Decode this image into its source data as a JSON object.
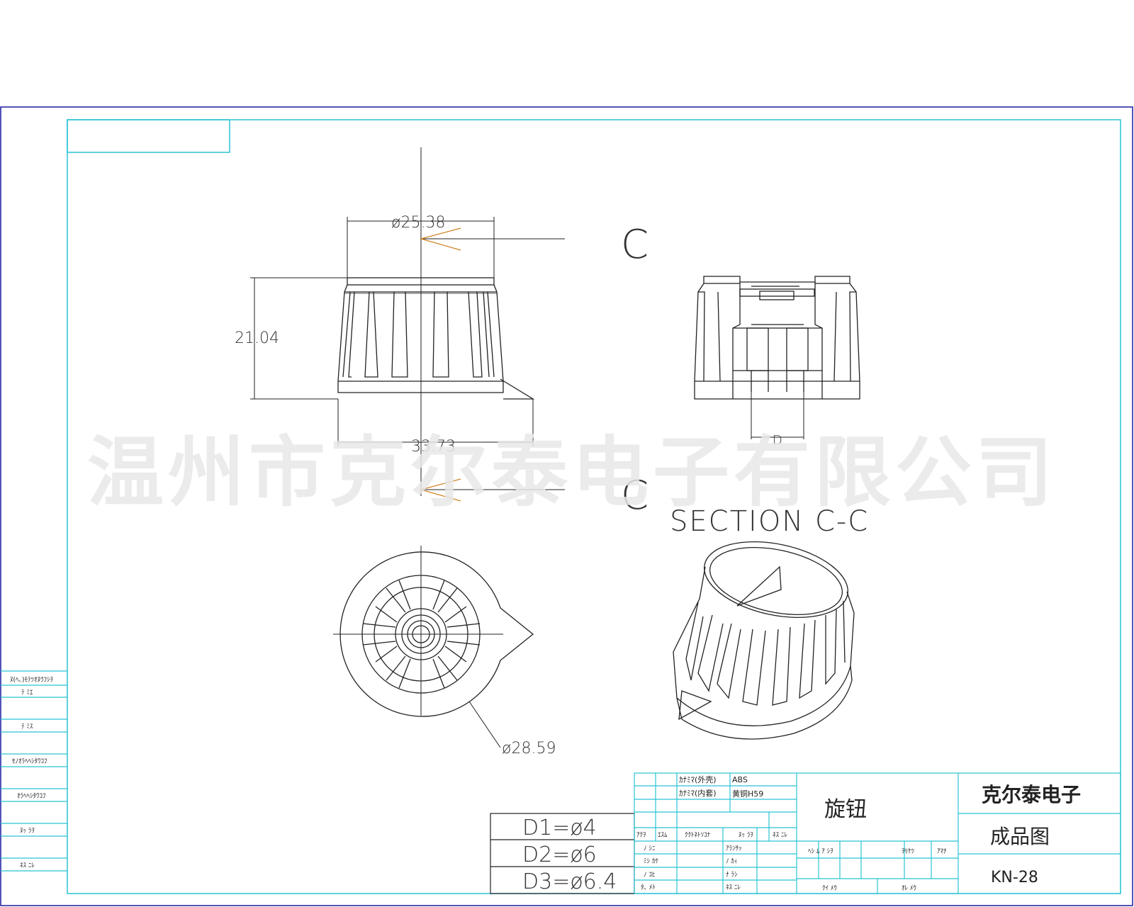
{
  "watermark": "温州市克尔泰电子有限公司",
  "dimensions": {
    "top_diameter": "ø25.38",
    "height": "21.04",
    "base_width": "33.73",
    "bottom_diameter": "ø28.59",
    "bore_label": "D"
  },
  "section": {
    "marker": "C",
    "title": "SECTION C-C"
  },
  "bore_table": [
    {
      "label": "D1=ø4"
    },
    {
      "label": "D2=ø6"
    },
    {
      "label": "D3=ø6.4"
    }
  ],
  "left_strip": [
    "ﾇ(ﾍ､)ﾓﾃﾂｵﾇｳﾌｼｦ",
    "ﾃ ﾐｴ",
    "ﾃ ﾐｽ",
    "ｾﾉｵﾗﾍﾍｼﾀﾜｺﾌ",
    "ｵﾗﾍﾍｼﾀﾜｺﾌ",
    "ﾇｯ ﾗｦ",
    "ﾈｽ ﾆﾚ"
  ],
  "material": {
    "outer_label": "ｶﾅﾐﾏ(外壳)",
    "outer_value": "ABS",
    "inner_label": "ｶﾅﾐﾏ(内套)",
    "inner_value": "黄铜H59"
  },
  "signature_header": [
    "ｱｸｦ",
    "ｴｽﾑ",
    "ｸｸﾄﾈﾄｿｺﾅ",
    "ﾇｯ ﾗｦ",
    "ﾈｽ ﾆﾚ"
  ],
  "signature_rows": [
    {
      "left": "ﾉ ｼﾆ",
      "right": "ｱﾗﾝｻｯ"
    },
    {
      "left": "ﾐｼ ｶｹ",
      "right": "ﾉ ｶｨ"
    },
    {
      "left": "ﾉ ｺﾋ",
      "right": "ﾅ ﾗｼ"
    },
    {
      "left": "ﾀ､ ﾒﾄ",
      "right": "ﾈｽ ﾆﾚ"
    }
  ],
  "title_block": {
    "part_name": "旋钮",
    "company": "克尔泰电子",
    "drawing_type": "成品图",
    "part_number": "KN-28",
    "labels_row1": [
      "ﾍｼ ﾑ ｱ ｼｦ",
      "ｦﾘｹﾂ",
      "ｱﾏﾅ"
    ],
    "labels_row2": [
      "ｸｲ ﾒｳ",
      "ｵﾚ ﾒｳ"
    ]
  },
  "colors": {
    "frame_outer": "#1a1aa0",
    "frame_inner": "#29c4d4",
    "line": "#222222",
    "arrow": "#d08020",
    "watermark": "#e8e8e8"
  }
}
